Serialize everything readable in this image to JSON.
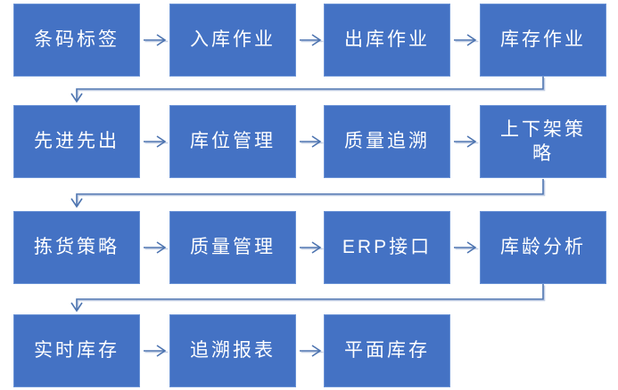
{
  "flow": {
    "rows": [
      {
        "steps": [
          "条码标签",
          "入库作业",
          "出库作业",
          "库存作业"
        ]
      },
      {
        "steps": [
          "先进先出",
          "库位管理",
          "质量追溯",
          "上下架策\n略"
        ]
      },
      {
        "steps": [
          "拣货策略",
          "质量管理",
          "ERP接口",
          "库龄分析"
        ]
      },
      {
        "steps": [
          "实时库存",
          "追溯报表",
          "平面库存"
        ]
      }
    ]
  },
  "colors": {
    "box_fill": "#4472C4",
    "box_border": "#6b93d6",
    "box_text": "#ffffff",
    "connector": "#4d74b0",
    "connector_shadow": "#c3cfe5"
  }
}
